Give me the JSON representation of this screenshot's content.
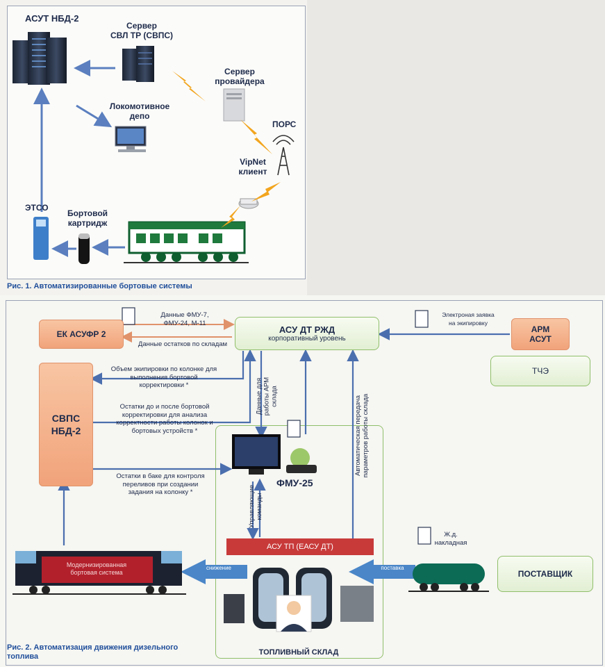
{
  "figure1": {
    "labels": {
      "asut": "АСУТ НБД-2",
      "svl_server": "Сервер\nСВЛ ТР (СВПС)",
      "provider_server": "Сервер\nпровайдера",
      "depot": "Локомотивное\nдепо",
      "pors": "ПОРС",
      "vipnet": "VipNet\nклиент",
      "etso": "ЭТСО",
      "cartridge": "Бортовой\nкартридж"
    },
    "caption": "Рис. 1. Автоматизированные бортовые системы"
  },
  "figure2": {
    "nodes": {
      "ek_asufr": "ЕК АСУФР 2",
      "asu_dt_title": "АСУ ДТ РЖД",
      "asu_dt_sub": "корпоративный уровень",
      "arm_asut": "АРМ\nАСУТ",
      "tche": "ТЧЭ",
      "svps": "СВПС\nНБД-2",
      "fmu25": "ФМУ-25",
      "asu_tp": "АСУ ТП (ЕАСУ ДТ)",
      "supplier": "ПОСТАВЩИК",
      "board_system": "Модернизированная\nбортовая система",
      "fuel_depot": "ТОПЛИВНЫЙ СКЛАД"
    },
    "notes": {
      "fmu_data": "Данные ФМУ-7,\nФМУ-24, М-11",
      "stock_data": "Данные остатков по складам",
      "e_request": "Электроная заявка\nна экипировку",
      "volume": "Объем экипировки по колонке для\nвыполнения бортовой\nкорректировки *",
      "balances": "Остатки до и после бортовой\nкорректировки для анализа\nкорректности работы колонок и\nбортовых устройств *",
      "tank": "Остатки в баке для контроля\nпереливов при создании\nзадания на колонку *",
      "arm_data": "Данные для\nработы АРМ\nсклада",
      "control_cmds": "Управляющие\nкоманды",
      "auto_transfer": "Автоматическая передача\nпараметров работы склада",
      "rail_waybill": "Ж.д.\nнакладная",
      "output": "снижение",
      "input": "поставка"
    },
    "caption": "Рис. 2. Автоматизация движения дизельного\nтоплива"
  }
}
